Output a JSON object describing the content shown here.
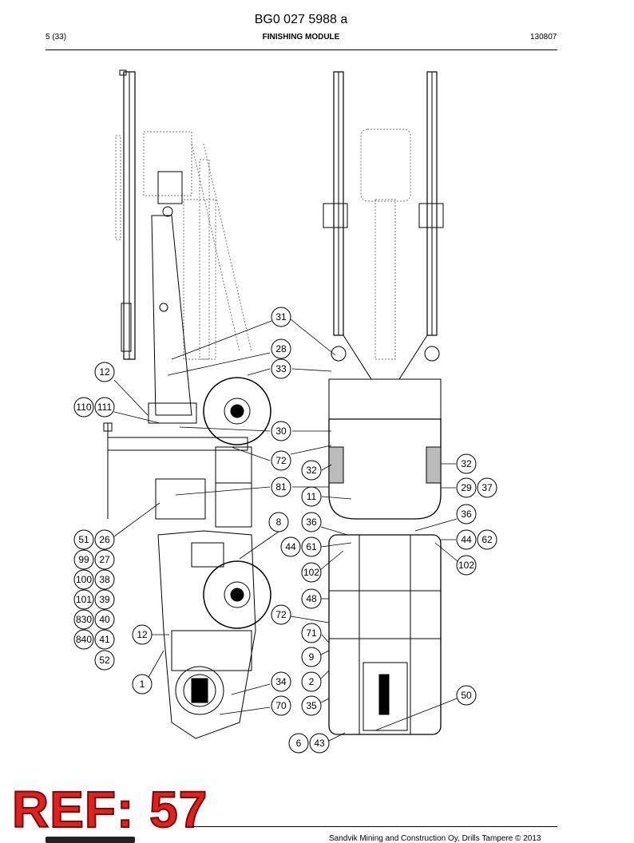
{
  "header": {
    "doc_number": "BG0 027 5988 a",
    "page": "5 (33)",
    "title": "FINISHING MODULE",
    "date": "130807"
  },
  "footer": {
    "copyright": "Sandvik Mining and Construction Oy, Drills Tampere © 2013"
  },
  "stamp": {
    "ref": "REF: 57"
  },
  "callouts": {
    "c31": "31",
    "c28": "28",
    "c33": "33",
    "c12a": "12",
    "c110": "110",
    "c111": "111",
    "c30": "30",
    "c72a": "72",
    "c32a": "32",
    "c32b": "32",
    "c81": "81",
    "c11": "11",
    "c29": "29",
    "c37": "37",
    "c36a": "36",
    "c51": "51",
    "c26": "26",
    "c8": "8",
    "c36b": "36",
    "c44a": "44",
    "c61": "61",
    "c44b": "44",
    "c62": "62",
    "c99": "99",
    "c27": "27",
    "c102a": "102",
    "c102b": "102",
    "c100": "100",
    "c38": "38",
    "c101": "101",
    "c39": "39",
    "c48": "48",
    "c830": "830",
    "c40": "40",
    "c72b": "72",
    "c12b": "12",
    "c840": "840",
    "c41": "41",
    "c71": "71",
    "c52": "52",
    "c9": "9",
    "c1": "1",
    "c34": "34",
    "c2": "2",
    "c50": "50",
    "c70": "70",
    "c35": "35",
    "c6": "6",
    "c43": "43"
  }
}
